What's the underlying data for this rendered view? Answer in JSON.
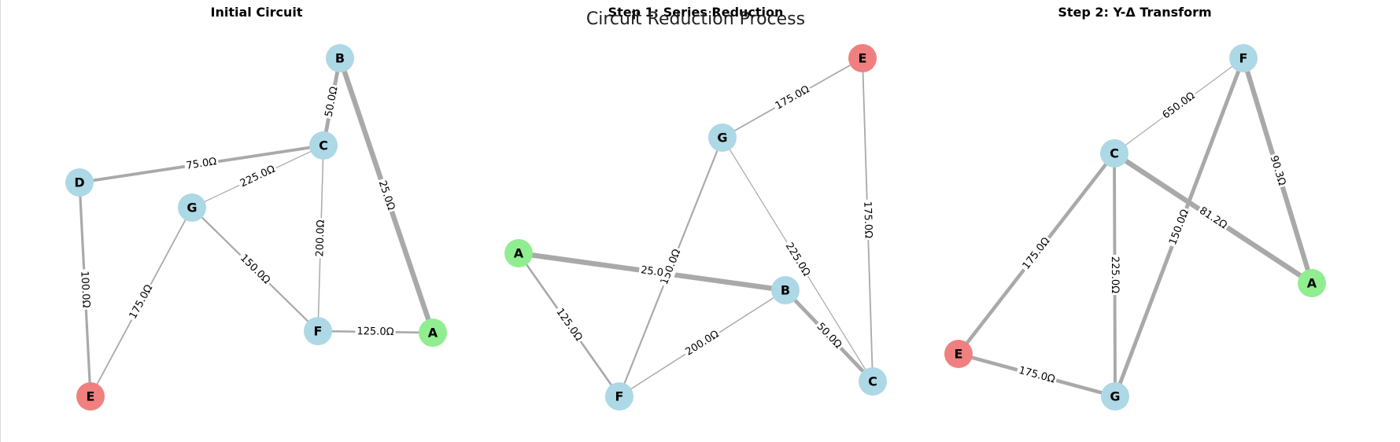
{
  "figure_title": "Circuit Reduction Process",
  "colors": {
    "node_default": "#add8e6",
    "node_source": "#90ee90",
    "node_sink": "#f08080",
    "edge": "#a9a9a9"
  },
  "panels": [
    {
      "title": "Initial Circuit",
      "nodes": [
        {
          "id": "A",
          "role": "source"
        },
        {
          "id": "B",
          "role": "default"
        },
        {
          "id": "C",
          "role": "default"
        },
        {
          "id": "D",
          "role": "default"
        },
        {
          "id": "E",
          "role": "sink"
        },
        {
          "id": "F",
          "role": "default"
        },
        {
          "id": "G",
          "role": "default"
        }
      ],
      "edges": [
        {
          "from": "B",
          "to": "C",
          "label": "50.0Ω",
          "resistance": 50.0
        },
        {
          "from": "B",
          "to": "A",
          "label": "25.0Ω",
          "resistance": 25.0
        },
        {
          "from": "D",
          "to": "C",
          "label": "75.0Ω",
          "resistance": 75.0
        },
        {
          "from": "G",
          "to": "C",
          "label": "225.0Ω",
          "resistance": 225.0
        },
        {
          "from": "C",
          "to": "F",
          "label": "200.0Ω",
          "resistance": 200.0
        },
        {
          "from": "D",
          "to": "E",
          "label": "100.0Ω",
          "resistance": 100.0
        },
        {
          "from": "G",
          "to": "E",
          "label": "175.0Ω",
          "resistance": 175.0
        },
        {
          "from": "G",
          "to": "F",
          "label": "150.0Ω",
          "resistance": 150.0
        },
        {
          "from": "F",
          "to": "A",
          "label": "125.0Ω",
          "resistance": 125.0
        }
      ]
    },
    {
      "title": "Step 1: Series Reduction",
      "nodes": [
        {
          "id": "E",
          "role": "sink"
        },
        {
          "id": "G",
          "role": "default"
        },
        {
          "id": "A",
          "role": "source"
        },
        {
          "id": "B",
          "role": "default"
        },
        {
          "id": "F",
          "role": "default"
        },
        {
          "id": "C",
          "role": "default"
        }
      ],
      "edges": [
        {
          "from": "G",
          "to": "E",
          "label": "175.0Ω",
          "resistance": 175.0
        },
        {
          "from": "E",
          "to": "C",
          "label": "175.0Ω",
          "resistance": 175.0
        },
        {
          "from": "G",
          "to": "F",
          "label": "150.0Ω",
          "resistance": 150.0
        },
        {
          "from": "G",
          "to": "C",
          "label": "225.0Ω",
          "resistance": 225.0
        },
        {
          "from": "A",
          "to": "B",
          "label": "25.0",
          "resistance": 25.0
        },
        {
          "from": "A",
          "to": "F",
          "label": "125.0Ω",
          "resistance": 125.0
        },
        {
          "from": "F",
          "to": "B",
          "label": "200.0Ω",
          "resistance": 200.0
        },
        {
          "from": "B",
          "to": "C",
          "label": "50.0Ω",
          "resistance": 50.0
        }
      ]
    },
    {
      "title": "Step 2: Y-Δ Transform",
      "nodes": [
        {
          "id": "F",
          "role": "default"
        },
        {
          "id": "C",
          "role": "default"
        },
        {
          "id": "A",
          "role": "source"
        },
        {
          "id": "E",
          "role": "sink"
        },
        {
          "id": "G",
          "role": "default"
        }
      ],
      "edges": [
        {
          "from": "C",
          "to": "F",
          "label": "650.0Ω",
          "resistance": 650.0
        },
        {
          "from": "F",
          "to": "A",
          "label": "90.3Ω",
          "resistance": 90.3
        },
        {
          "from": "F",
          "to": "G",
          "label": "150.0Ω",
          "resistance": 150.0
        },
        {
          "from": "C",
          "to": "A",
          "label": "81.2Ω",
          "resistance": 81.2
        },
        {
          "from": "C",
          "to": "E",
          "label": "175.0Ω",
          "resistance": 175.0
        },
        {
          "from": "C",
          "to": "G",
          "label": "225.0Ω",
          "resistance": 225.0
        },
        {
          "from": "E",
          "to": "G",
          "label": "175.0Ω",
          "resistance": 175.0
        }
      ]
    }
  ]
}
